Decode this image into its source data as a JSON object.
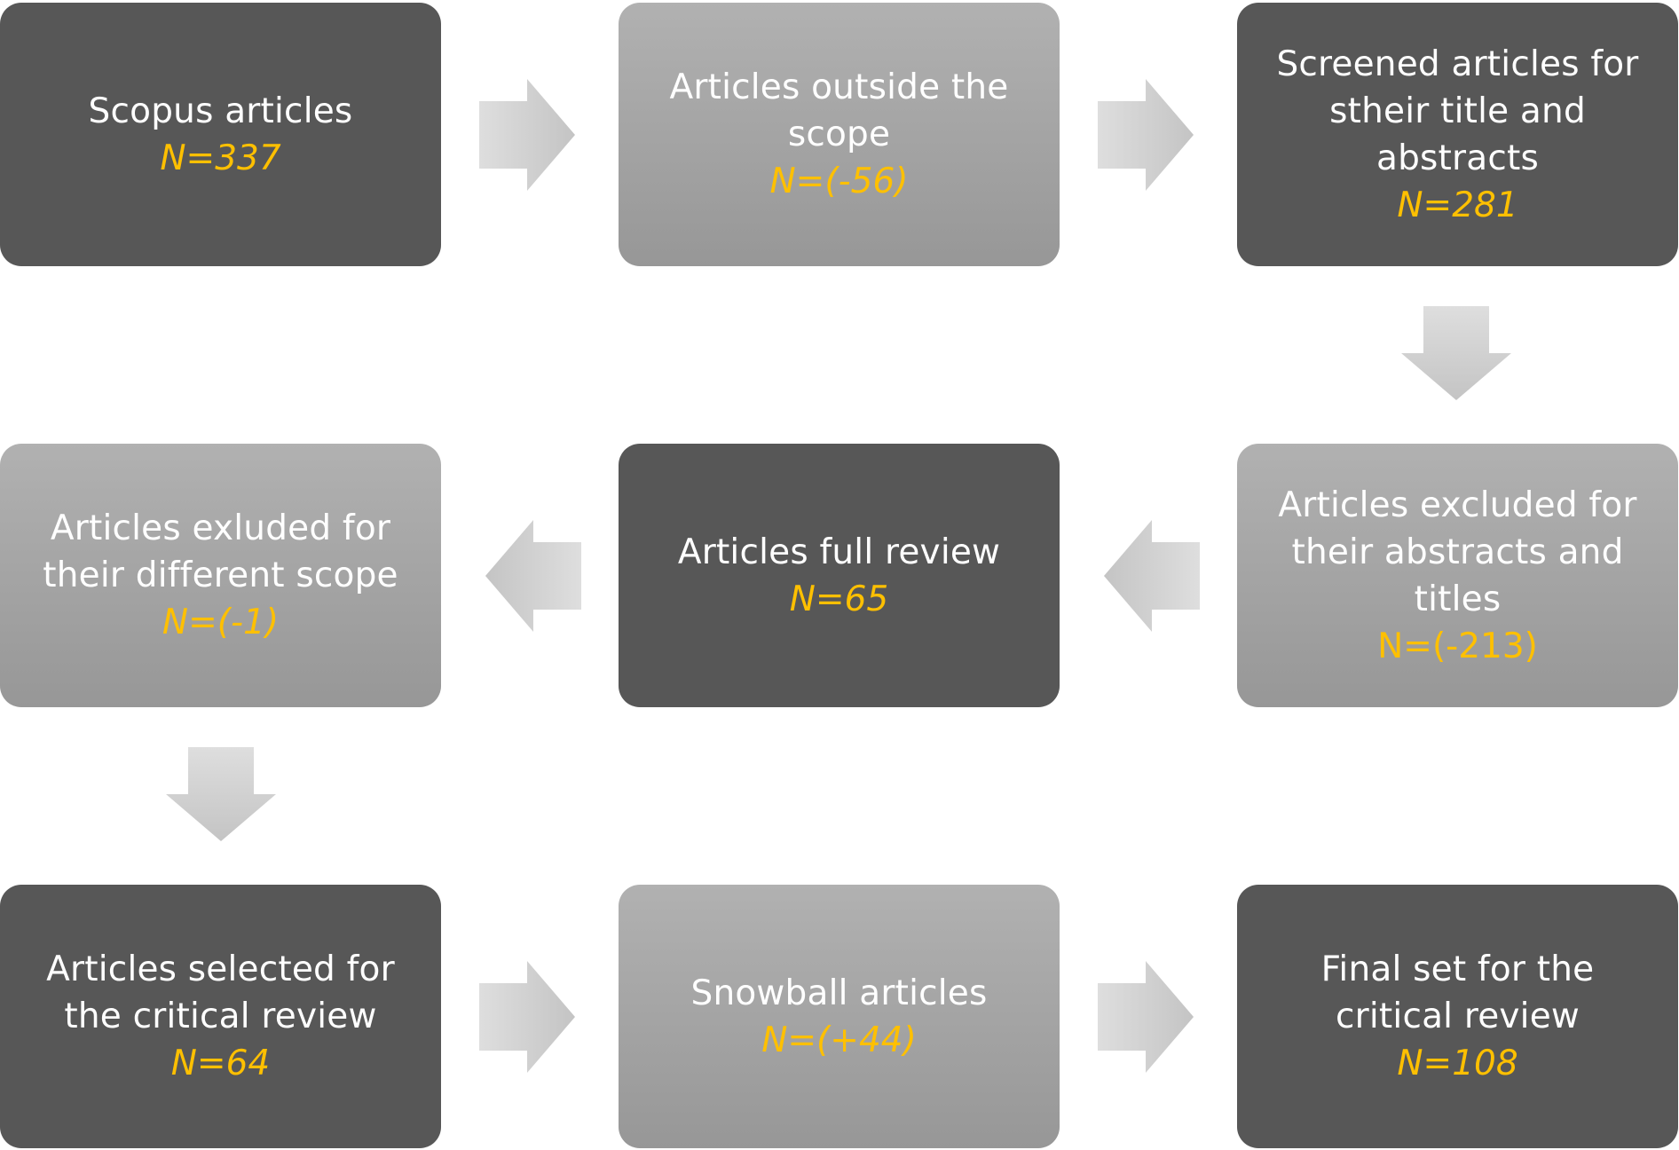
{
  "boxes": [
    {
      "label": "Scopus articles",
      "count": "N=337"
    },
    {
      "label": "Articles outside the scope",
      "count": "N=(-56)"
    },
    {
      "label": "Screened articles for stheir title and abstracts",
      "count": "N=281"
    },
    {
      "label": "Articles excluded for their abstracts and titles",
      "count": "N=(-213)"
    },
    {
      "label": "Articles full review",
      "count": "N=65"
    },
    {
      "label": "Articles exluded for their different scope",
      "count": "N=(-1)"
    },
    {
      "label": "Articles selected for the critical review",
      "count": "N=64"
    },
    {
      "label": "Snowball articles",
      "count": "N=(+44)"
    },
    {
      "label": "Final set for the critical review",
      "count": "N=108"
    }
  ],
  "colors": {
    "dark_box": "#575757",
    "light_box": "#a5a5a5",
    "label_text": "#ffffff",
    "count_text": "#ffc000",
    "arrow_light": "#e2e2e2",
    "arrow_dark": "#c3c3c3"
  }
}
